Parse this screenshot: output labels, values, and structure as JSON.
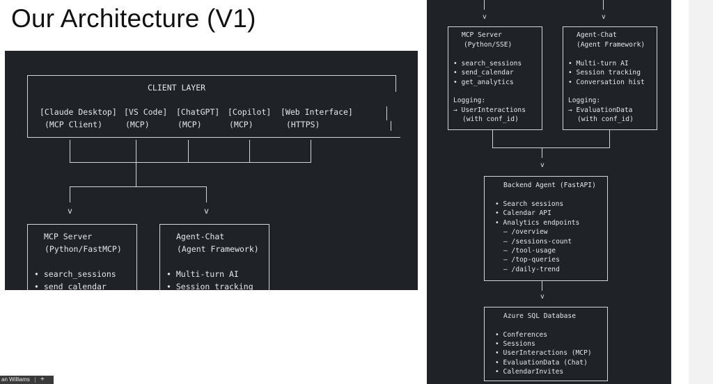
{
  "slide": {
    "title": "Our Architecture (V1)"
  },
  "left": {
    "client_layer_title": "CLIENT LAYER",
    "clients": [
      {
        "name": "[Claude Desktop]",
        "proto": "(MCP Client)"
      },
      {
        "name": "[VS Code]",
        "proto": "(MCP)"
      },
      {
        "name": "[ChatGPT]",
        "proto": "(MCP)"
      },
      {
        "name": "[Copilot]",
        "proto": "(MCP)"
      },
      {
        "name": "[Web Interface]",
        "proto": "(HTTPS)"
      }
    ],
    "arrow": "v",
    "mcp_server": {
      "title": "MCP Server",
      "subtitle": "(Python/FastMCP)",
      "items": [
        "• search_sessions",
        "• send_calendar"
      ]
    },
    "agent_chat": {
      "title": "Agent-Chat",
      "subtitle": "(Agent Framework)",
      "items": [
        "• Multi-turn AI",
        "• Session tracking"
      ]
    }
  },
  "right": {
    "arrow": "v",
    "mcp_server": {
      "title": "MCP Server",
      "subtitle": "(Python/SSE)",
      "items": [
        "• search_sessions",
        "• send_calendar",
        "• get_analytics"
      ],
      "logging_label": "Logging:",
      "logging_target": "→ UserInteractions",
      "logging_note": "(with conf_id)"
    },
    "agent_chat": {
      "title": "Agent-Chat",
      "subtitle": "(Agent Framework)",
      "items": [
        "• Multi-turn AI",
        "• Session tracking",
        "• Conversation hist"
      ],
      "logging_label": "Logging:",
      "logging_target": "→ EvaluationData",
      "logging_note": "(with conf_id)"
    },
    "backend": {
      "title": "Backend Agent (FastAPI)",
      "items": [
        "• Search sessions",
        "• Calendar API",
        "• Analytics endpoints"
      ],
      "endpoints": [
        "– /overview",
        "– /sessions-count",
        "– /tool-usage",
        "– /top-queries",
        "– /daily-trend"
      ]
    },
    "database": {
      "title": "Azure SQL Database",
      "items": [
        "• Conferences",
        "• Sessions",
        "• UserInteractions (MCP)",
        "• EvaluationData (Chat)",
        "• CalendarInvites"
      ]
    }
  },
  "taskbar": {
    "user_label": "an Williams",
    "plus": "+"
  }
}
